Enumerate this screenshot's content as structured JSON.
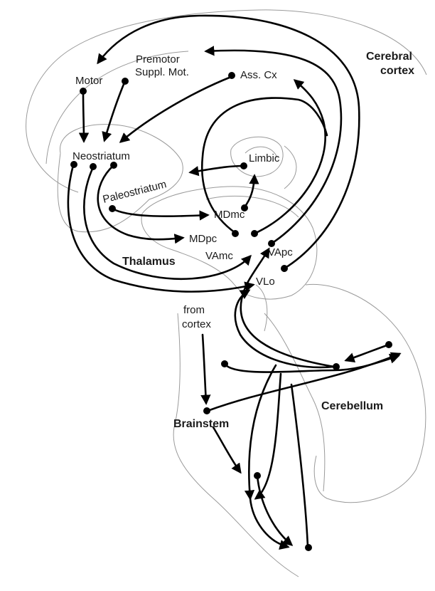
{
  "labels": {
    "premotor": "Premotor",
    "suppl_mot": "Suppl. Mot.",
    "cerebral_cortex_1": "Cerebral",
    "cerebral_cortex_2": "cortex",
    "motor": "Motor",
    "ass_cx": "Ass. Cx",
    "neostriatum": "Neostriatum",
    "limbic": "Limbic",
    "paleostriatum": "Paleostriatum",
    "mdmc": "MDmc",
    "mdpc": "MDpc",
    "vamc": "VAmc",
    "vapc": "VApc",
    "thalamus": "Thalamus",
    "vlo": "VLo",
    "from_cortex_1": "from",
    "from_cortex_2": "cortex",
    "cerebellum": "Cerebellum",
    "brainstem": "Brainstem"
  },
  "colors": {
    "stroke": "#000000",
    "outline": "#9a9a9a",
    "text": "#1a1a1a"
  }
}
